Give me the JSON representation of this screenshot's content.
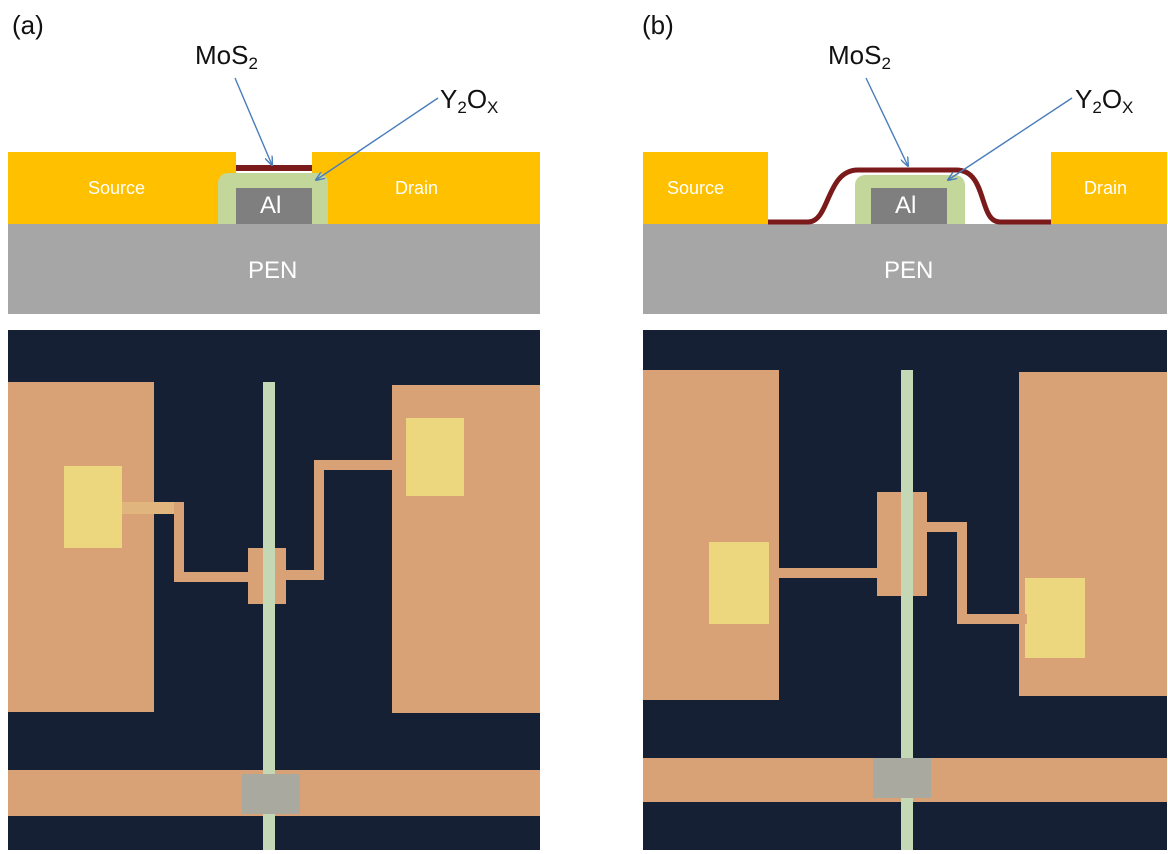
{
  "panels": [
    {
      "id": "a",
      "label": "(a)",
      "mos2_base": "MoS",
      "mos2_sub": "2",
      "yox_base_1": "Y",
      "yox_sub_1": "2",
      "yox_base_2": "O",
      "yox_sub_2": "X",
      "source": "Source",
      "drain": "Drain",
      "gate": "Al",
      "substrate": "PEN"
    },
    {
      "id": "b",
      "label": "(b)",
      "mos2_base": "MoS",
      "mos2_sub": "2",
      "yox_base_1": "Y",
      "yox_sub_1": "2",
      "yox_base_2": "O",
      "yox_sub_2": "X",
      "source": "Source",
      "drain": "Drain",
      "gate": "Al",
      "substrate": "PEN"
    }
  ],
  "colors": {
    "electrode": "#ffc000",
    "substrate": "#a6a6a6",
    "gate_metal": "#7f7f7f",
    "oxide": "#c4d79b",
    "mos2": "#7b1a1a",
    "arrow": "#4a7ebb",
    "micrograph_background": "#152034",
    "micrograph_gold": "#d8a276",
    "micrograph_pad": "#ecd67e",
    "micrograph_gate_line": "#c5d8b5"
  }
}
